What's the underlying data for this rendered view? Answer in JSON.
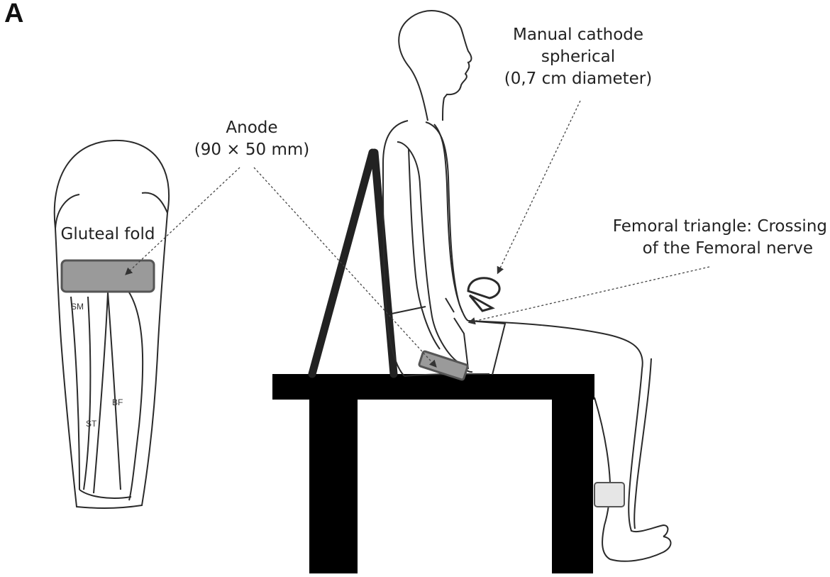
{
  "panel_label": "A",
  "labels": {
    "cathode": [
      "Manual cathode",
      "spherical",
      "(0,7 cm diameter)"
    ],
    "anode": [
      "Anode",
      "(90 × 50 mm)"
    ],
    "gluteal_fold": "Gluteal fold",
    "femoral": [
      "Femoral triangle: Crossing",
      "of the Femoral nerve"
    ]
  },
  "muscles": {
    "sm": "SM",
    "st": "ST",
    "bf": "BF"
  },
  "colors": {
    "outline": "#2a2a2a",
    "electrode_fill": "#9a9a9a",
    "electrode_stroke": "#555555",
    "ankle_pad": "#e6e6e6",
    "table": "#000000",
    "chair": "#222222"
  }
}
